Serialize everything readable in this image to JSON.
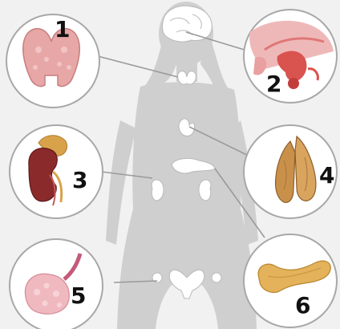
{
  "diagram": {
    "callouts": [
      {
        "number": "1",
        "icon": "thyroid-icon"
      },
      {
        "number": "2",
        "icon": "pituitary-icon"
      },
      {
        "number": "3",
        "icon": "kidney-adrenal-icon"
      },
      {
        "number": "4",
        "icon": "thymus-icon"
      },
      {
        "number": "5",
        "icon": "ovary-icon"
      },
      {
        "number": "6",
        "icon": "pancreas-icon"
      }
    ],
    "colors": {
      "background": "#f1f1f1",
      "silhouette": "#cfcfcf",
      "silhouette_organs": "#ffffff",
      "leader_line": "#9a9a9a",
      "thyroid": "#e8a7a7",
      "kidney": "#8b2a2a",
      "adrenal": "#d8a24b",
      "thymus": "#c9904a",
      "ovary": "#f0b9c0",
      "pancreas": "#e3b25a",
      "pituitary": "#d9534f"
    }
  }
}
